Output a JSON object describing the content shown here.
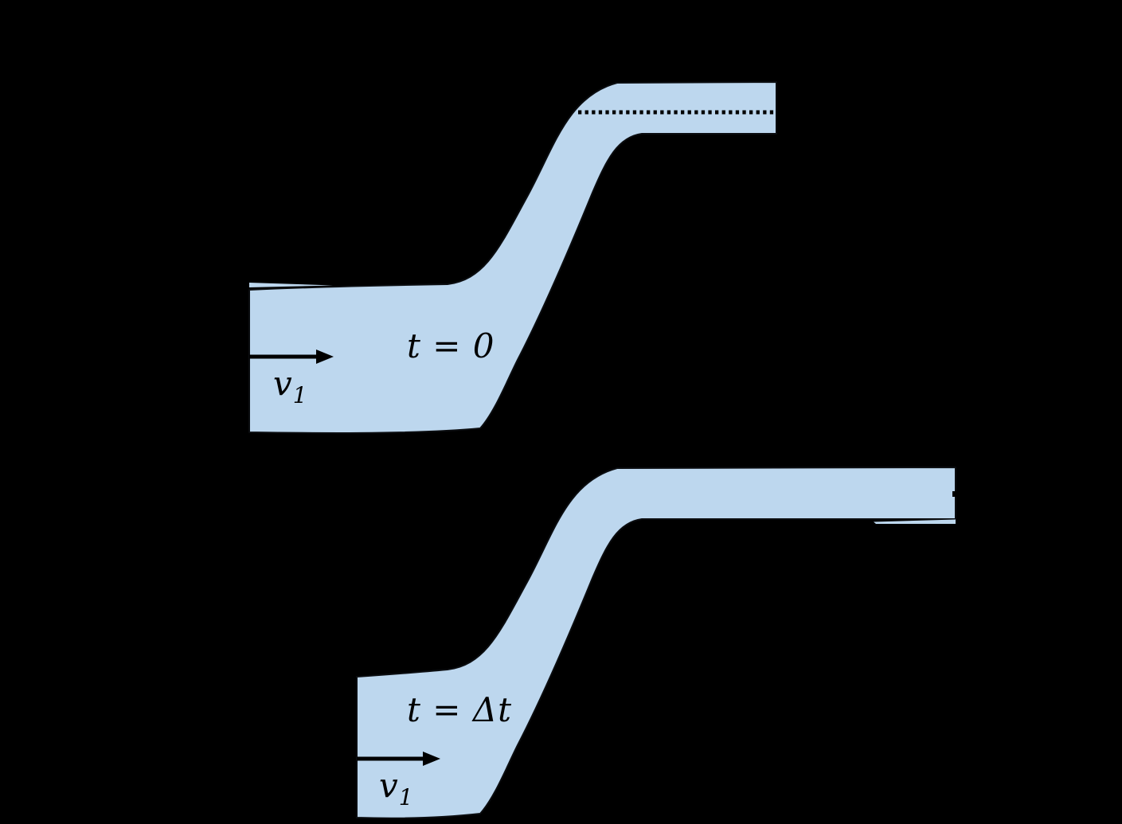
{
  "figure": {
    "description": "Fluid flow through a narrowing S-shaped pipe shown at two instants",
    "background_color": "#000000",
    "fluid_color": "#BDD7EE",
    "outline_color": "#0b0d10",
    "ink_color": "#000000",
    "frames": [
      {
        "id": "t0",
        "time_label": "t = 0",
        "velocity_symbol": "v",
        "velocity_subscript": "1"
      },
      {
        "id": "dt",
        "time_label": "t = Δt",
        "velocity_symbol": "v",
        "velocity_subscript": "1"
      }
    ]
  }
}
